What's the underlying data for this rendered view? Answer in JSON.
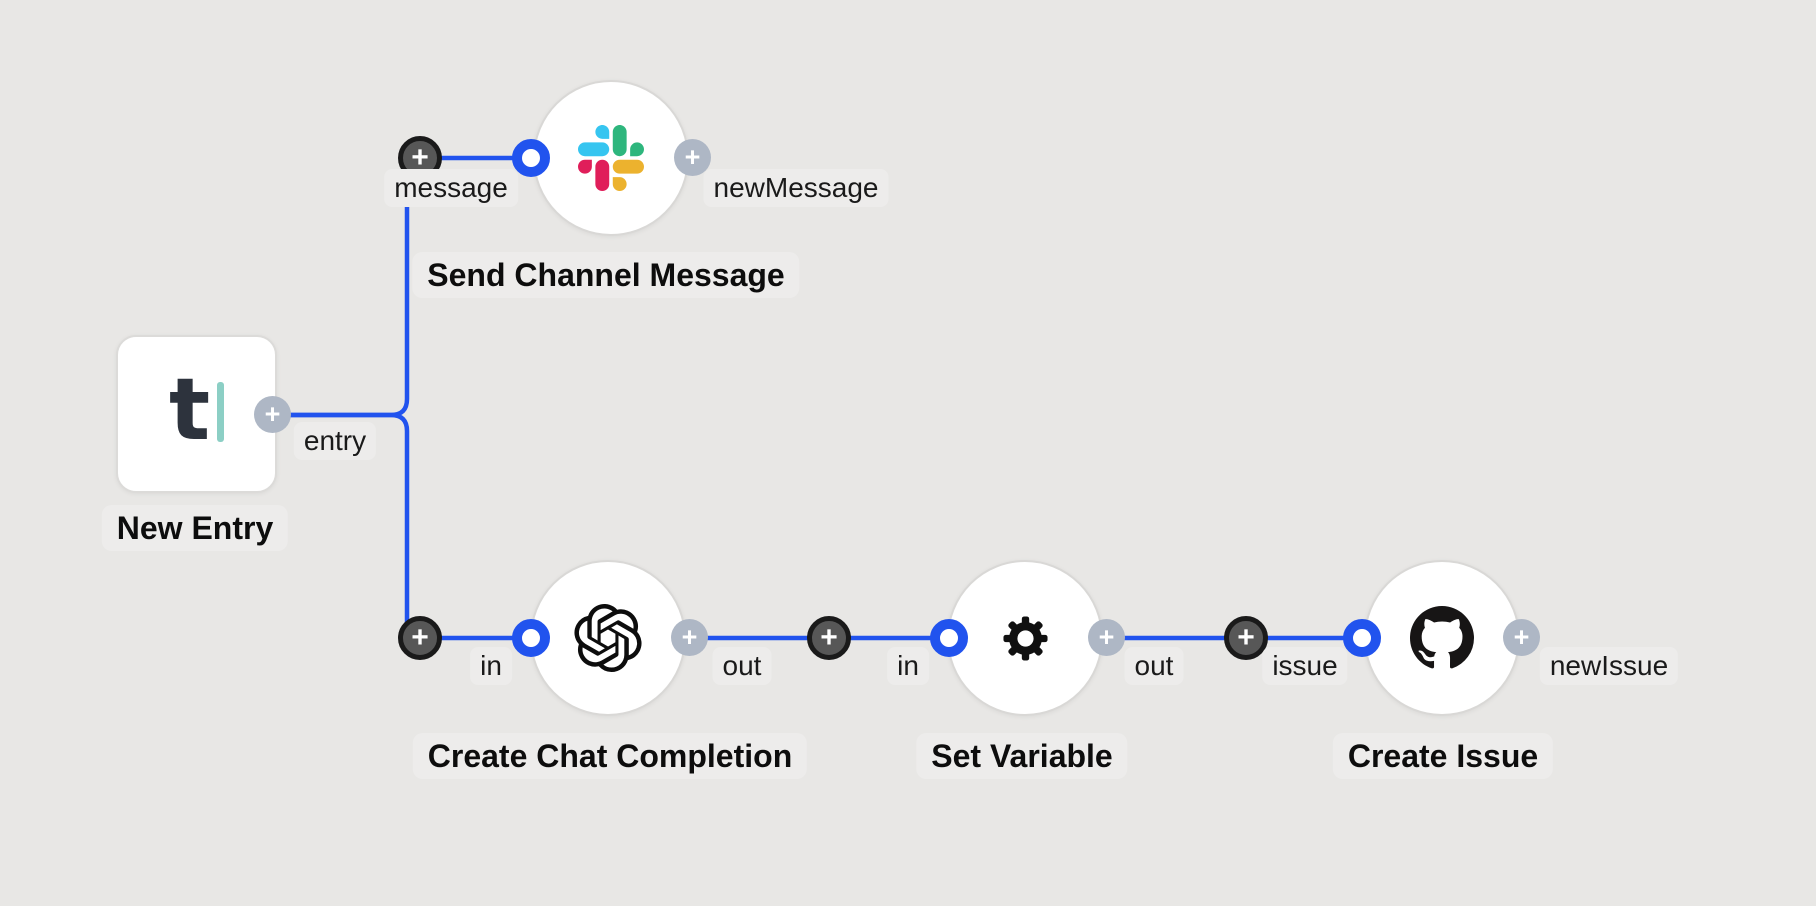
{
  "workflow": {
    "nodes": [
      {
        "id": "new-entry",
        "title": "New Entry",
        "icon": "typeform-icon",
        "shape": "rounded-square",
        "ports": {
          "output": "entry"
        }
      },
      {
        "id": "send-channel-message",
        "title": "Send Channel Message",
        "icon": "slack-icon",
        "shape": "circle",
        "ports": {
          "input": "message",
          "output": "newMessage"
        }
      },
      {
        "id": "create-chat-completion",
        "title": "Create Chat Completion",
        "icon": "openai-icon",
        "shape": "circle",
        "ports": {
          "input": "in",
          "output": "out"
        }
      },
      {
        "id": "set-variable",
        "title": "Set Variable",
        "icon": "gear-icon",
        "shape": "circle",
        "ports": {
          "input": "in",
          "output": "out"
        }
      },
      {
        "id": "create-issue",
        "title": "Create Issue",
        "icon": "github-icon",
        "shape": "circle",
        "ports": {
          "input": "issue",
          "output": "newIssue"
        }
      }
    ],
    "edges": [
      {
        "from": "new-entry.entry",
        "to": "send-channel-message.message"
      },
      {
        "from": "new-entry.entry",
        "to": "create-chat-completion.in"
      },
      {
        "from": "create-chat-completion.out",
        "to": "set-variable.in"
      },
      {
        "from": "set-variable.out",
        "to": "create-issue.issue"
      }
    ],
    "colors": {
      "canvas_bg": "#e8e7e5",
      "edge": "#2153ee",
      "dark_plus_ring": "#1a1a1a",
      "dark_plus_fill": "#575757",
      "light_plus": "#aeb7c5",
      "label_pill": "#edeceb",
      "typeform_dark": "#2d333d",
      "typeform_teal": "#8ccfc5",
      "slack_blue": "#36C5F0",
      "slack_green": "#2EB67D",
      "slack_red": "#E01E5A",
      "slack_yellow": "#ECB22E",
      "openai_black": "#0d0d0d",
      "github_black": "#171515"
    }
  },
  "glyphs": {
    "plus": "+",
    "typeform_t": "t"
  }
}
